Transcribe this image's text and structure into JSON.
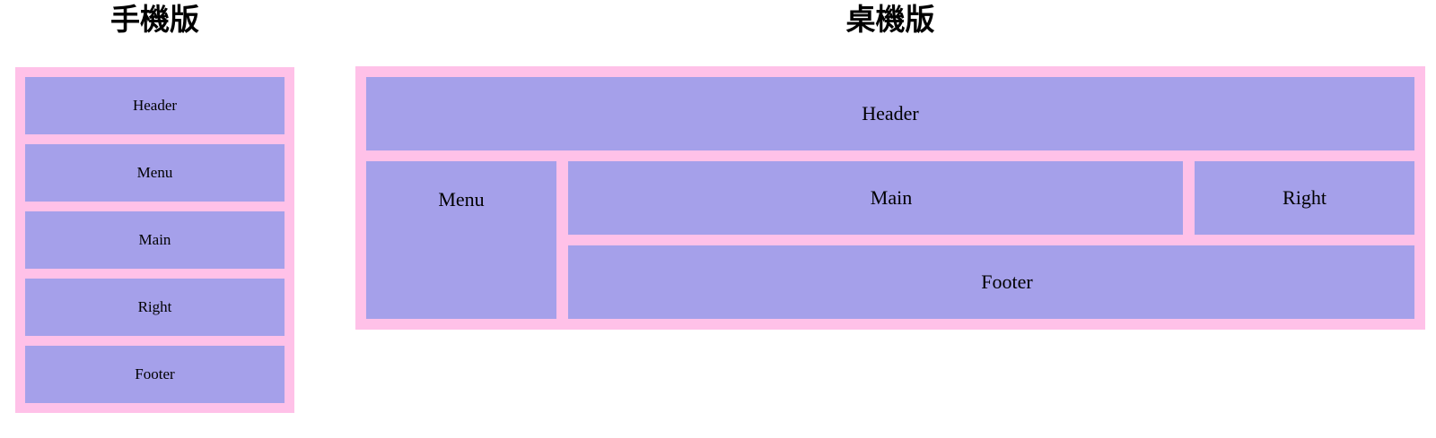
{
  "colors": {
    "container_pink": "#ffc1e8",
    "box_purple": "#a5a0ea",
    "text": "#000000",
    "background": "#ffffff"
  },
  "mobile": {
    "title": "手機版",
    "boxes": [
      {
        "label": "Header"
      },
      {
        "label": "Menu"
      },
      {
        "label": "Main"
      },
      {
        "label": "Right"
      },
      {
        "label": "Footer"
      }
    ]
  },
  "desktop": {
    "title": "桌機版",
    "header_label": "Header",
    "menu_label": "Menu",
    "main_label": "Main",
    "right_label": "Right",
    "footer_label": "Footer"
  }
}
